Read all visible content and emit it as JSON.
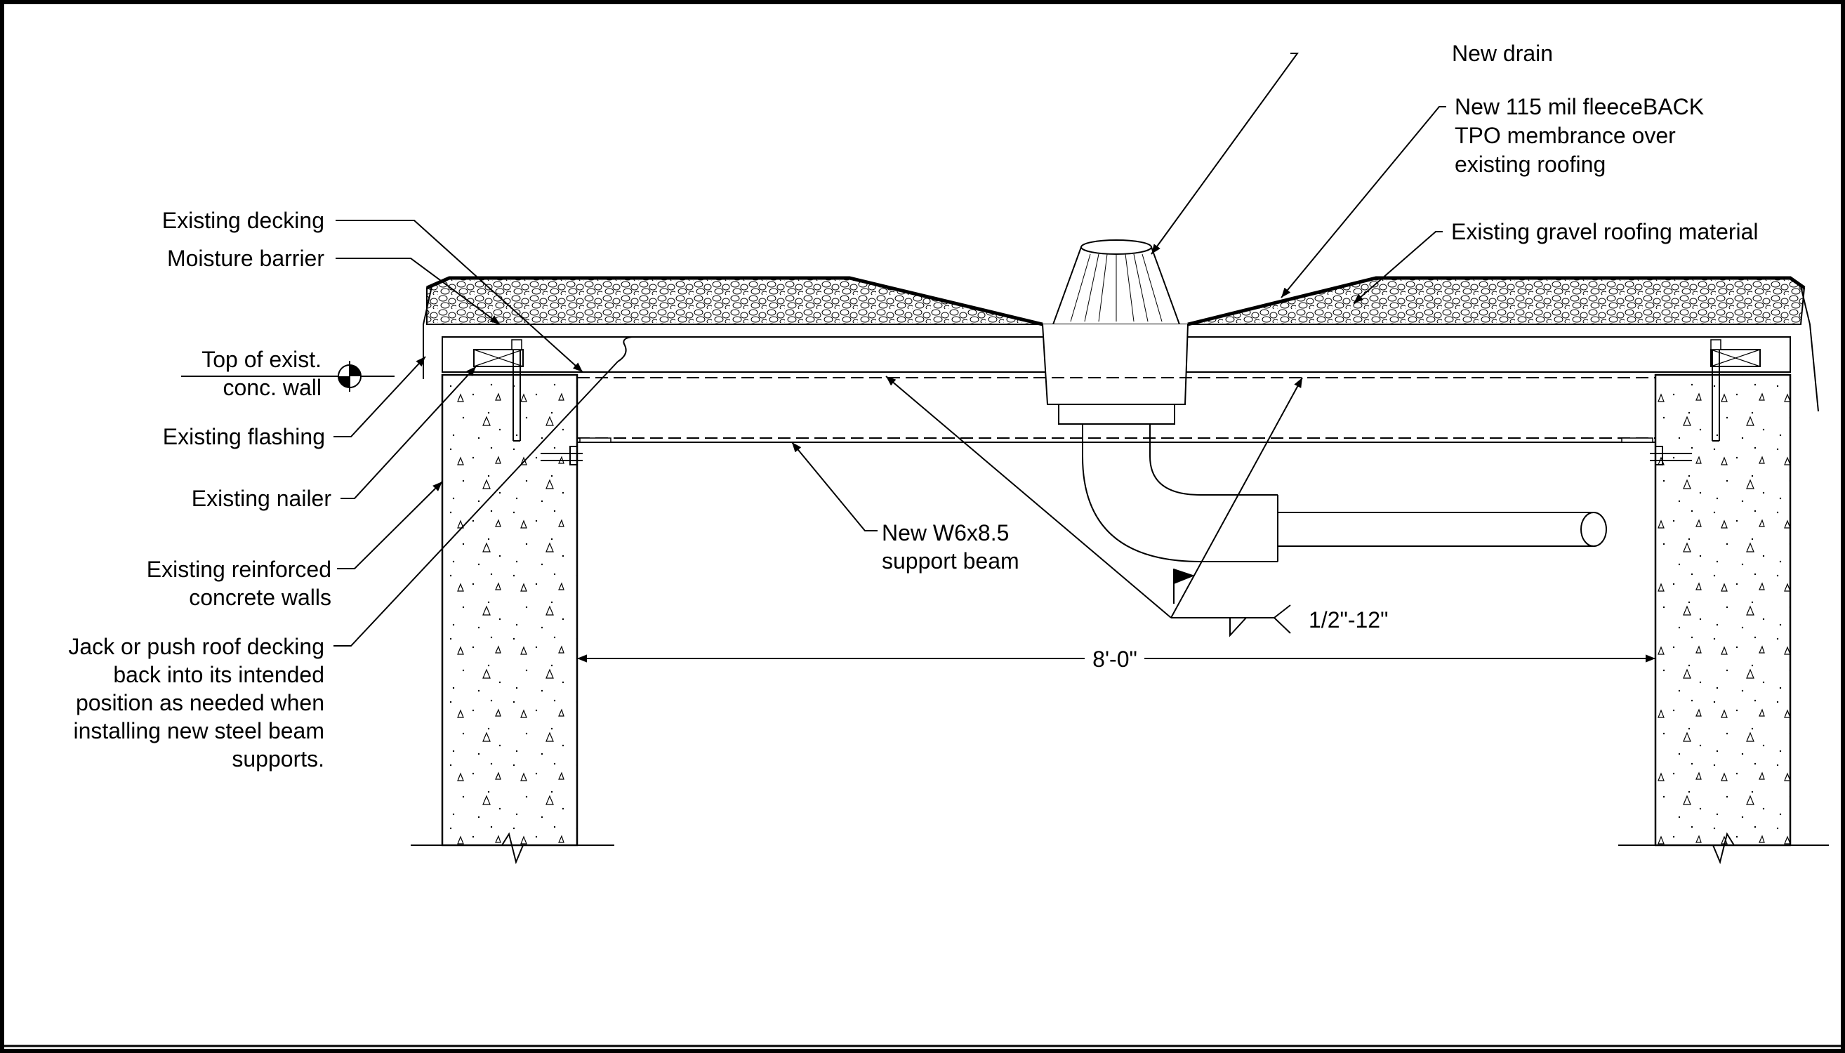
{
  "labels": {
    "new_drain": "New drain",
    "membrane_line1": "New 115 mil fleeceBACK",
    "membrane_line2": "TPO membrance over",
    "membrane_line3": "existing roofing",
    "gravel": "Existing gravel roofing material",
    "decking": "Existing decking",
    "moisture": "Moisture barrier",
    "top_wall_line1": "Top of exist.",
    "top_wall_line2": "conc. wall",
    "flashing": "Existing flashing",
    "nailer": "Existing nailer",
    "walls_line1": "Existing reinforced",
    "walls_line2": "concrete walls",
    "jack_line1": "Jack or push roof decking",
    "jack_line2": "back into its intended",
    "jack_line3": "position as needed when",
    "jack_line4": "installing new steel beam",
    "jack_line5": "supports.",
    "beam_line1": "New W6x8.5",
    "beam_line2": "support beam",
    "slope": "1/2\"-12\"",
    "span": "8'-0\""
  }
}
